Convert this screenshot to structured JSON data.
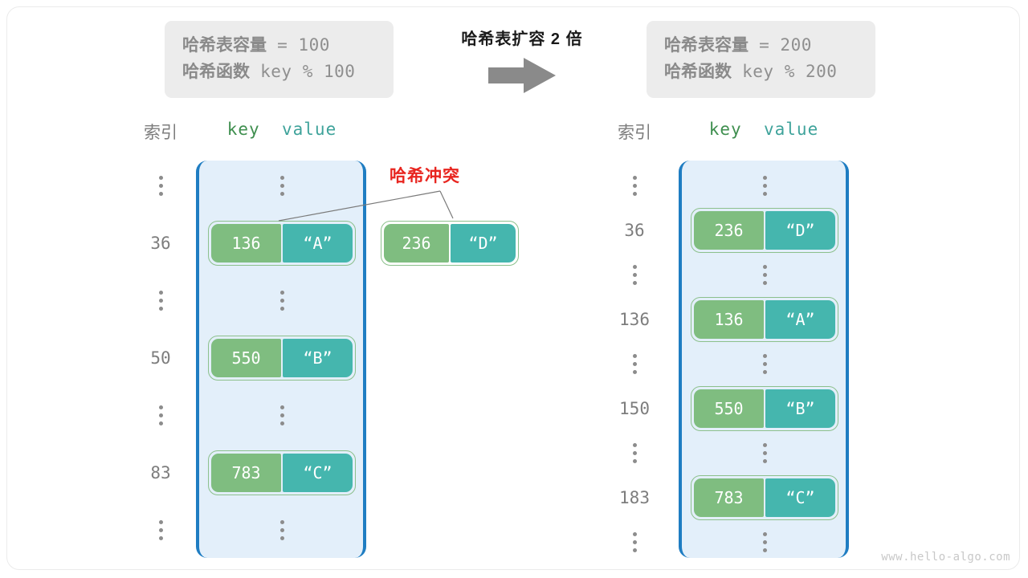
{
  "frame": {
    "watermark": "www.hello-algo.com"
  },
  "center": {
    "caption": "哈希表扩容 2 倍",
    "arrow_icon": "right-arrow-icon"
  },
  "left_panel": {
    "info": {
      "capacity_label": "哈希表容量",
      "capacity_expr": " = 100",
      "function_label": "哈希函数",
      "function_expr": " key % 100"
    },
    "headers": {
      "index": "索引",
      "key": "key",
      "value": "value"
    },
    "rows": [
      {
        "type": "ellipsis",
        "index": "",
        "key": "",
        "value": ""
      },
      {
        "type": "pair",
        "index": "36",
        "key": "136",
        "value": "“A”"
      },
      {
        "type": "ellipsis",
        "index": "",
        "key": "",
        "value": ""
      },
      {
        "type": "pair",
        "index": "50",
        "key": "550",
        "value": "“B”"
      },
      {
        "type": "ellipsis",
        "index": "",
        "key": "",
        "value": ""
      },
      {
        "type": "pair",
        "index": "83",
        "key": "783",
        "value": "“C”"
      },
      {
        "type": "ellipsis",
        "index": "",
        "key": "",
        "value": ""
      }
    ],
    "detached_pair": {
      "key": "236",
      "value": "“D”"
    },
    "collision_label": "哈希冲突"
  },
  "right_panel": {
    "info": {
      "capacity_label": "哈希表容量",
      "capacity_expr": " = 200",
      "function_label": "哈希函数",
      "function_expr": " key % 200"
    },
    "headers": {
      "index": "索引",
      "key": "key",
      "value": "value"
    },
    "rows": [
      {
        "type": "ellipsis",
        "index": "",
        "key": "",
        "value": ""
      },
      {
        "type": "pair",
        "index": "36",
        "key": "236",
        "value": "“D”"
      },
      {
        "type": "ellipsis",
        "index": "",
        "key": "",
        "value": ""
      },
      {
        "type": "pair",
        "index": "136",
        "key": "136",
        "value": "“A”"
      },
      {
        "type": "ellipsis",
        "index": "",
        "key": "",
        "value": ""
      },
      {
        "type": "pair",
        "index": "150",
        "key": "550",
        "value": "“B”"
      },
      {
        "type": "ellipsis",
        "index": "",
        "key": "",
        "value": ""
      },
      {
        "type": "pair",
        "index": "183",
        "key": "783",
        "value": "“C”"
      },
      {
        "type": "ellipsis",
        "index": "",
        "key": "",
        "value": ""
      }
    ]
  },
  "colors": {
    "key_cell": "#7fbd80",
    "value_cell": "#45b6ae",
    "table_border": "#1f7dc2",
    "table_fill": "#e3effa",
    "pair_outline": "#8cc08c",
    "collision": "#e8251f",
    "info_box": "#ececec",
    "muted_text": "#7d7d7d"
  }
}
